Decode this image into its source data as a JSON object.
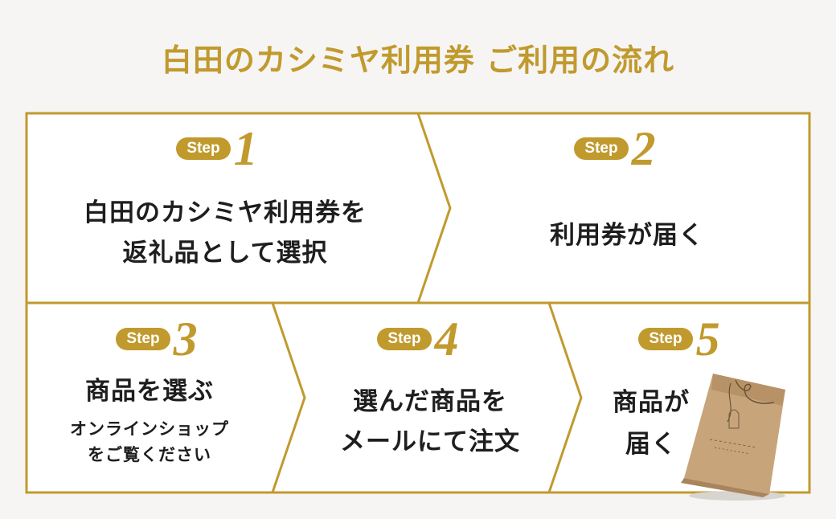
{
  "title": "白田のカシミヤ利用券 ご利用の流れ",
  "colors": {
    "accent": "#c19a2e",
    "background": "#f6f5f4",
    "panel": "#ffffff",
    "text": "#1e1e1e"
  },
  "steps": [
    {
      "label": "Step",
      "number": "1",
      "lines": [
        "白田のカシミヤ利用券を",
        "返礼品として選択"
      ]
    },
    {
      "label": "Step",
      "number": "2",
      "lines": [
        "利用券が届く"
      ]
    },
    {
      "label": "Step",
      "number": "3",
      "lines": [
        "商品を選ぶ"
      ],
      "sub_lines": [
        "オンラインショップ",
        "をご覧ください"
      ]
    },
    {
      "label": "Step",
      "number": "4",
      "lines": [
        "選んだ商品を",
        "メールにて注文"
      ]
    },
    {
      "label": "Step",
      "number": "5",
      "lines": [
        "商品が",
        "届く"
      ],
      "image": "kraft-paper-bag-icon"
    }
  ]
}
